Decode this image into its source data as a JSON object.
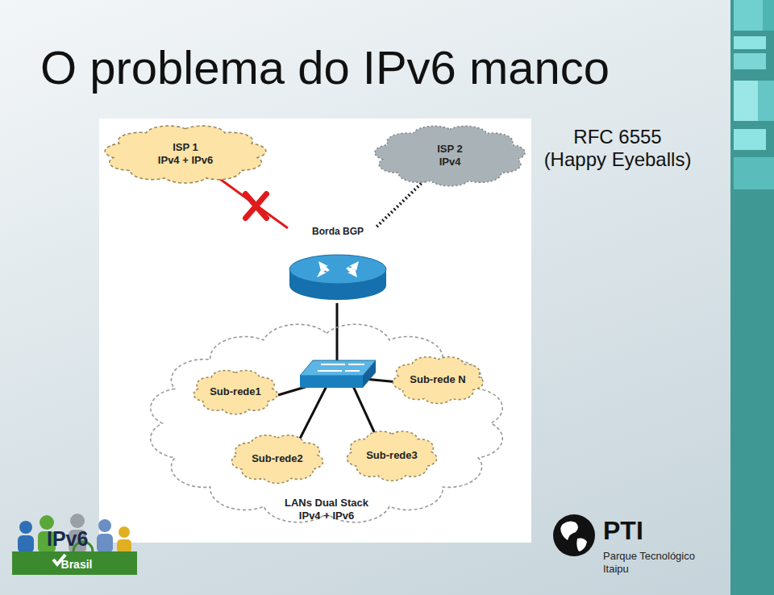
{
  "diagram": {
    "title": "O problema do IPv6 manco",
    "nodes": [
      {
        "text": [
          "ISP 1",
          "IPv4 + IPv6"
        ]
      },
      {
        "text": [
          "ISP 2",
          "IPv4"
        ]
      },
      {
        "text": [
          "Borda BGP"
        ]
      },
      {
        "text": [
          "LANs Dual Stack IPv4 + IPv6"
        ]
      },
      {
        "text": [
          "Sub-rede1"
        ],
        "in": 3
      },
      {
        "text": [
          "Sub-rede N"
        ],
        "in": 3
      },
      {
        "text": [
          "Sub-rede2"
        ],
        "in": 3
      },
      {
        "text": [
          "Sub-rede3"
        ],
        "in": 3
      }
    ],
    "edges": [
      {
        "from": 0,
        "to": 2,
        "arrow": "none"
      },
      {
        "from": 1,
        "to": 2,
        "arrow": "none"
      }
    ],
    "labels": [
      "RFC 6555 (Happy Eyeballs)",
      "IPv6",
      "Brasil",
      "PTI",
      "Parque Tecnológico Itaipu"
    ]
  }
}
